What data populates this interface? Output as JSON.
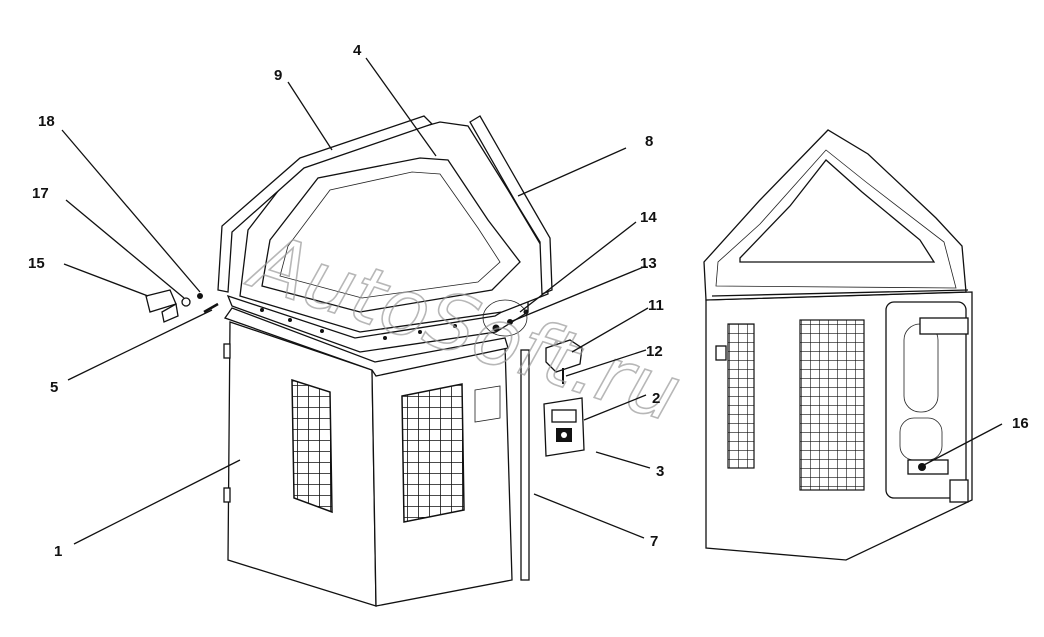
{
  "watermark": "AutoSoft.ru",
  "callouts": [
    {
      "id": "1",
      "label": "1"
    },
    {
      "id": "2",
      "label": "2"
    },
    {
      "id": "3",
      "label": "3"
    },
    {
      "id": "4",
      "label": "4"
    },
    {
      "id": "5",
      "label": "5"
    },
    {
      "id": "7",
      "label": "7"
    },
    {
      "id": "8",
      "label": "8"
    },
    {
      "id": "9",
      "label": "9"
    },
    {
      "id": "11",
      "label": "11"
    },
    {
      "id": "12",
      "label": "12"
    },
    {
      "id": "13",
      "label": "13"
    },
    {
      "id": "14",
      "label": "14"
    },
    {
      "id": "15",
      "label": "15"
    },
    {
      "id": "16",
      "label": "16"
    },
    {
      "id": "17",
      "label": "17"
    },
    {
      "id": "18",
      "label": "18"
    }
  ]
}
